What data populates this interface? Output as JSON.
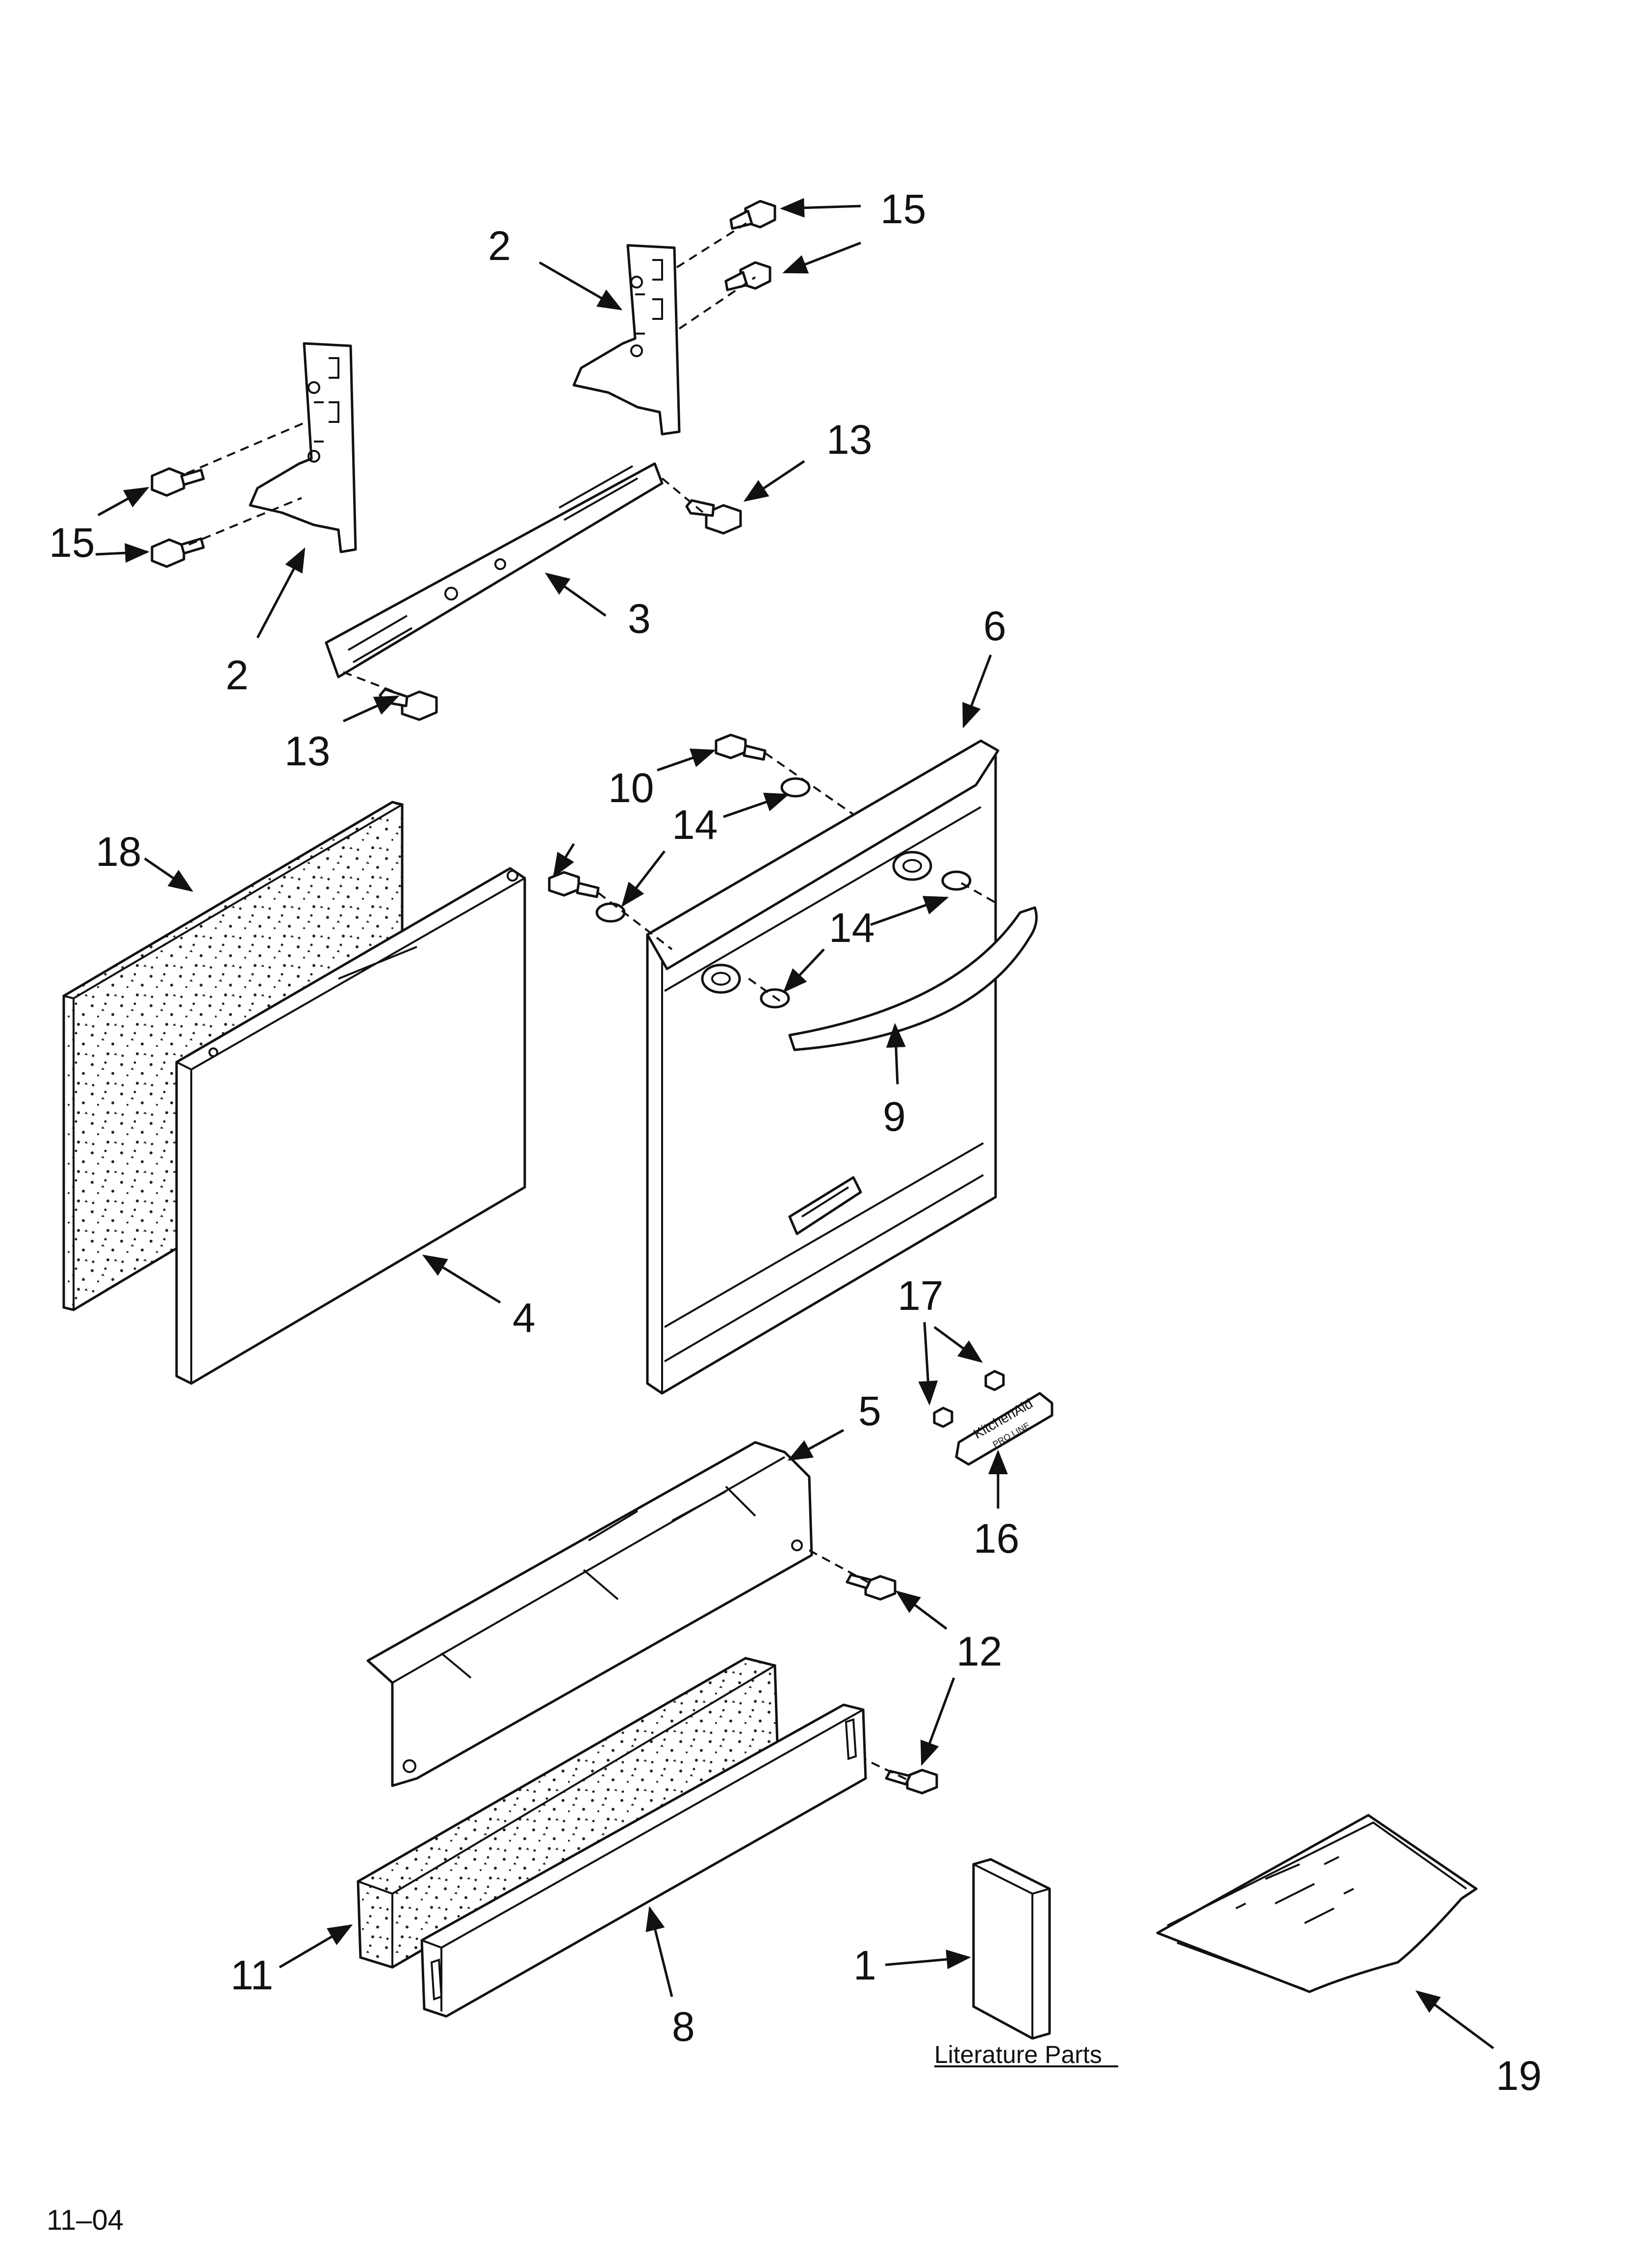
{
  "diagram": {
    "callouts": {
      "c1": "1",
      "c2a": "2",
      "c2b": "2",
      "c3": "3",
      "c4": "4",
      "c5": "5",
      "c6": "6",
      "c8": "8",
      "c9": "9",
      "c10": "10",
      "c11": "11",
      "c12": "12",
      "c13a": "13",
      "c13b": "13",
      "c14a": "14",
      "c14b": "14",
      "c15a": "15",
      "c15b": "15",
      "c16": "16",
      "c17": "17",
      "c18": "18",
      "c19": "19"
    },
    "literature_label": "Literature Parts",
    "badge_text": "KitchenAid",
    "badge_subtext": "PRO LINE",
    "footer_code": "11–04"
  }
}
